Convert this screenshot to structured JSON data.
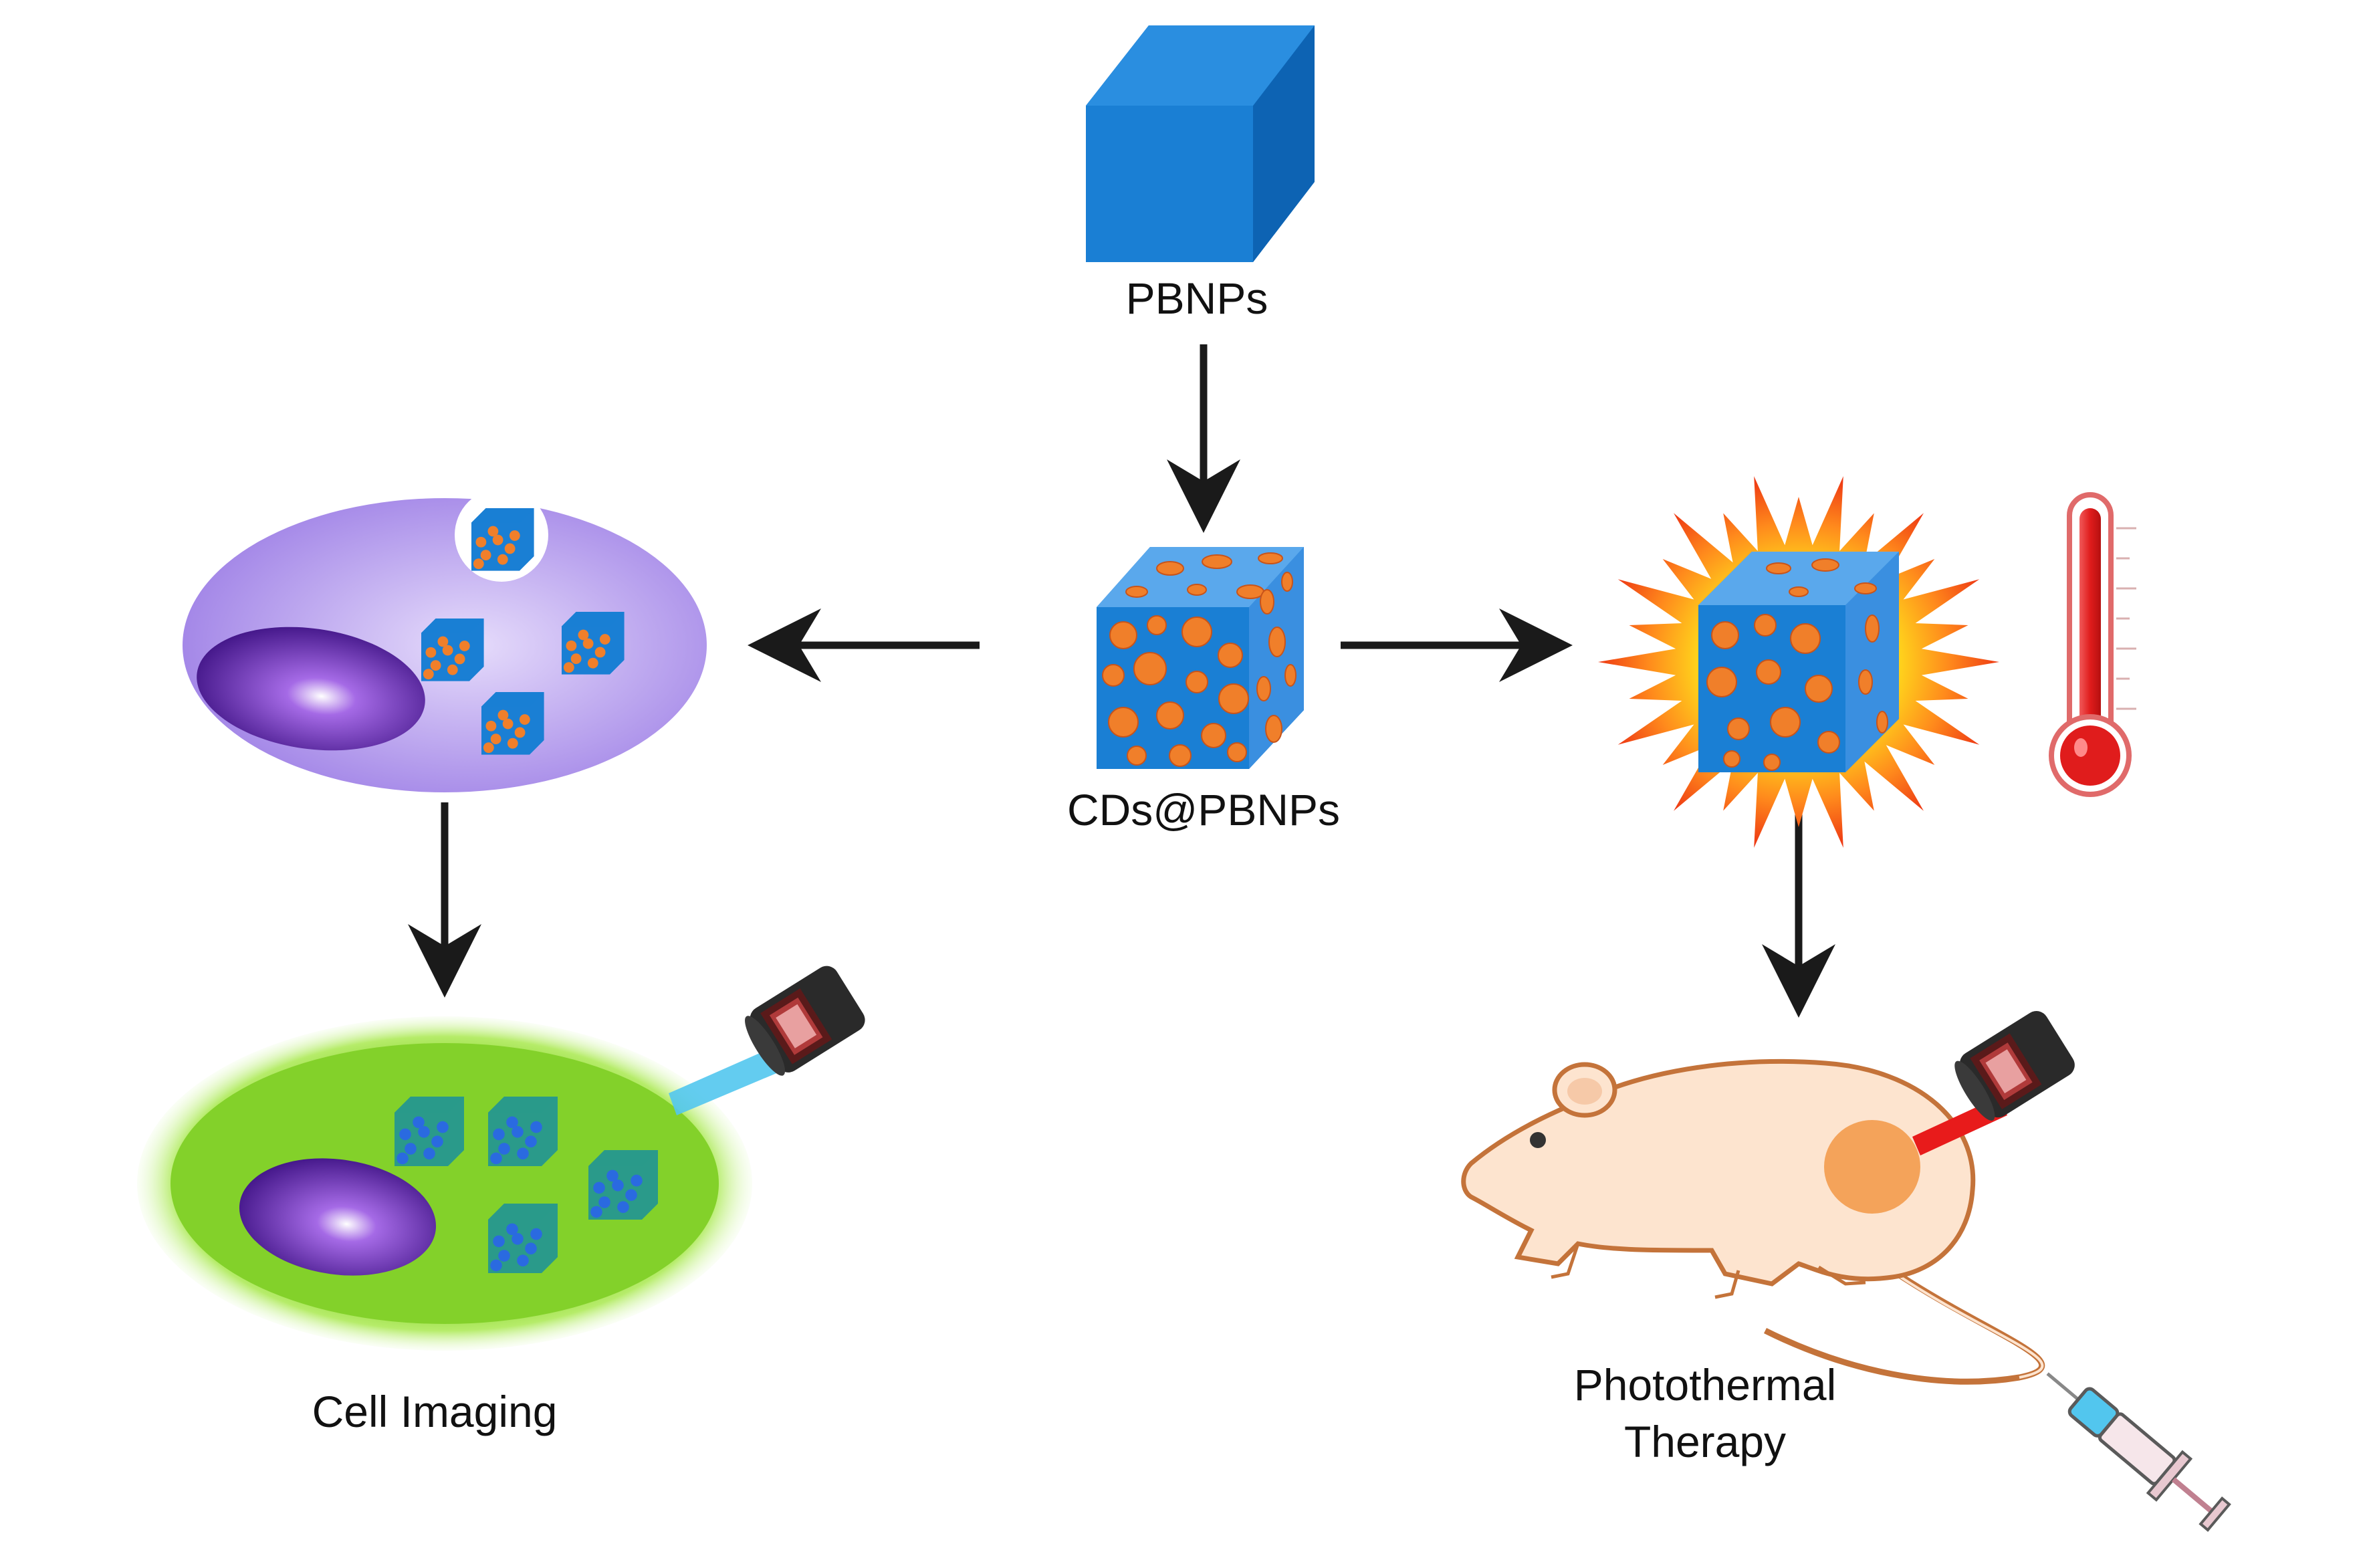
{
  "labels": {
    "pbnps": "PBNPs",
    "cds_pbnps": "CDs@PBNPs",
    "cell_imaging": "Cell Imaging",
    "photothermal_line1": "Photothermal",
    "photothermal_line2": "Therapy"
  },
  "colors": {
    "cube_blue": "#1a7fd4",
    "cube_dark": "#0d5fa8",
    "dot_orange": "#f07f2a",
    "cell_purple": "#b79bee",
    "nucleus": "#5a22a8",
    "glow_green": "#7bd32a",
    "flame_red": "#f03a1a",
    "flame_yellow": "#ffd21a",
    "thermometer_red": "#e8282a",
    "mouse_fill": "#fde4cf",
    "mouse_outline": "#c4733a",
    "tumor": "#f4a35a",
    "arrow": "#1a1a1a",
    "laser_cyan": "#52c6ee",
    "laser_red": "#e81b1b"
  },
  "icons": [
    "prussian-blue-cube-icon",
    "cds-loaded-cube-icon",
    "cell-icon",
    "fluorescent-cell-icon",
    "laser-emitter-icon",
    "flame-burst-icon",
    "thermometer-icon",
    "mouse-icon",
    "syringe-icon"
  ]
}
